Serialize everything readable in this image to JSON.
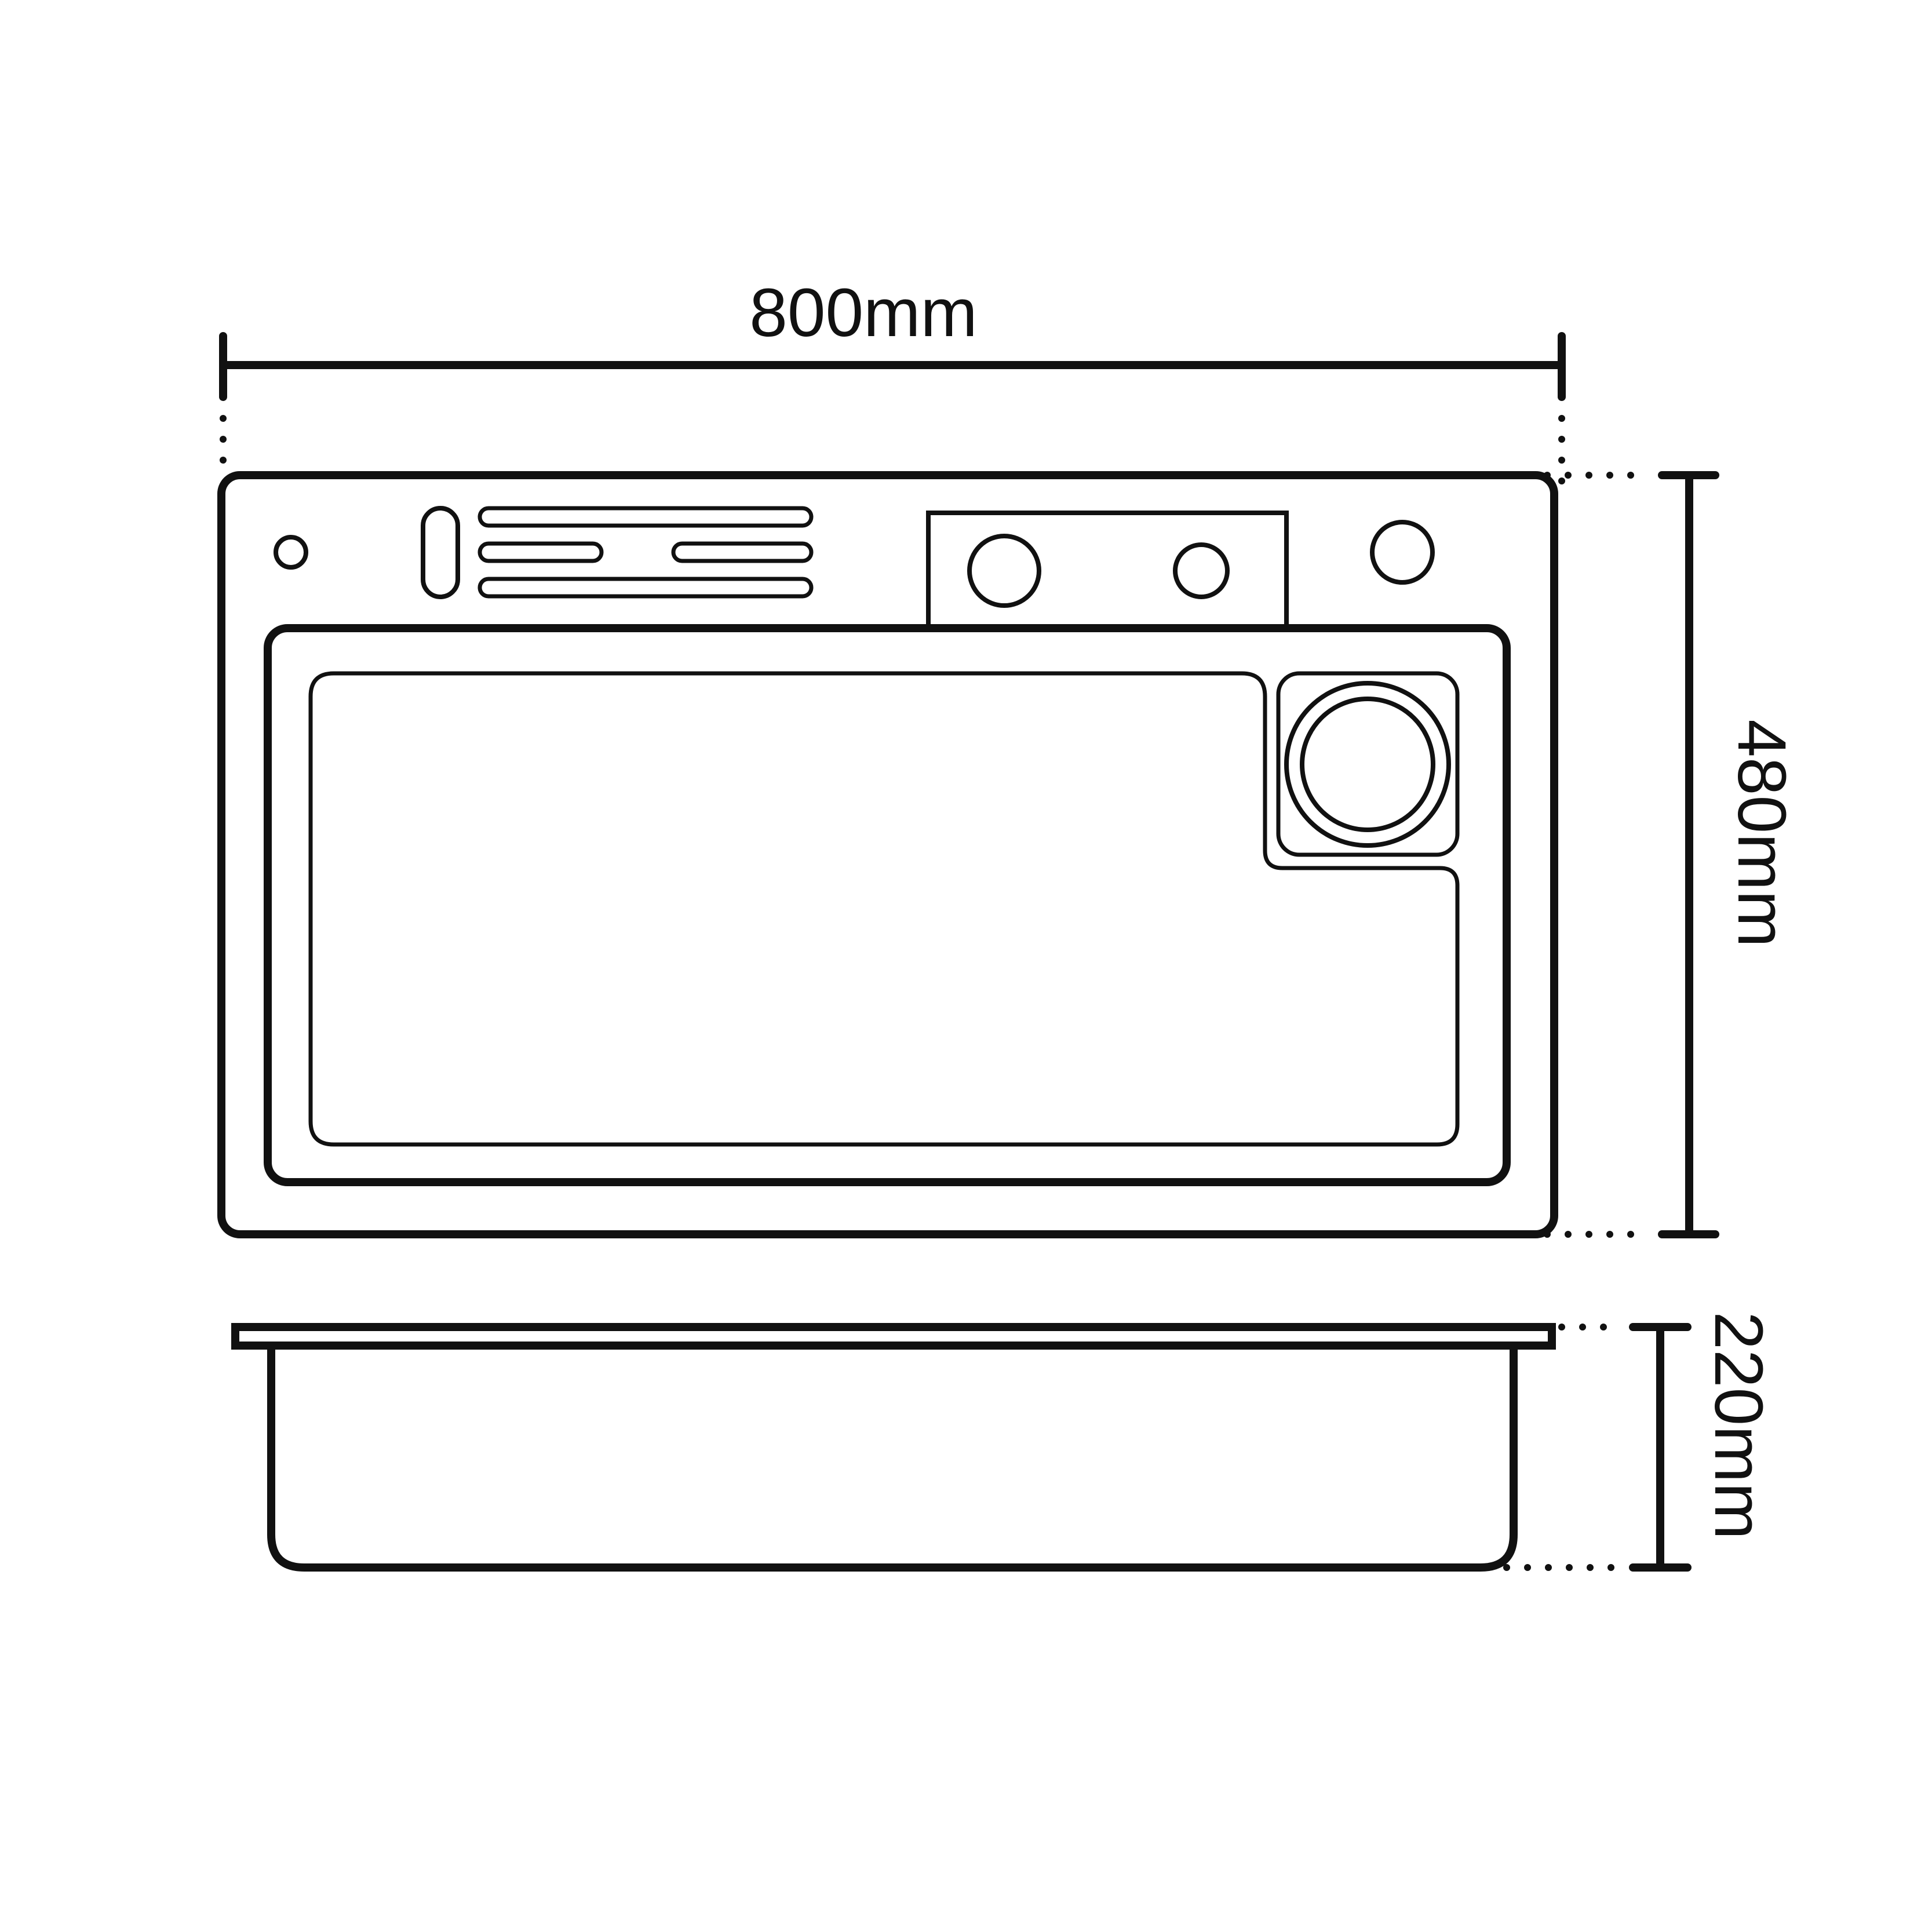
{
  "dimensions": {
    "width_label": "800mm",
    "depth_label": "480mm",
    "height_label": "220mm"
  },
  "colors": {
    "stroke": "#111111",
    "background": "#ffffff"
  }
}
